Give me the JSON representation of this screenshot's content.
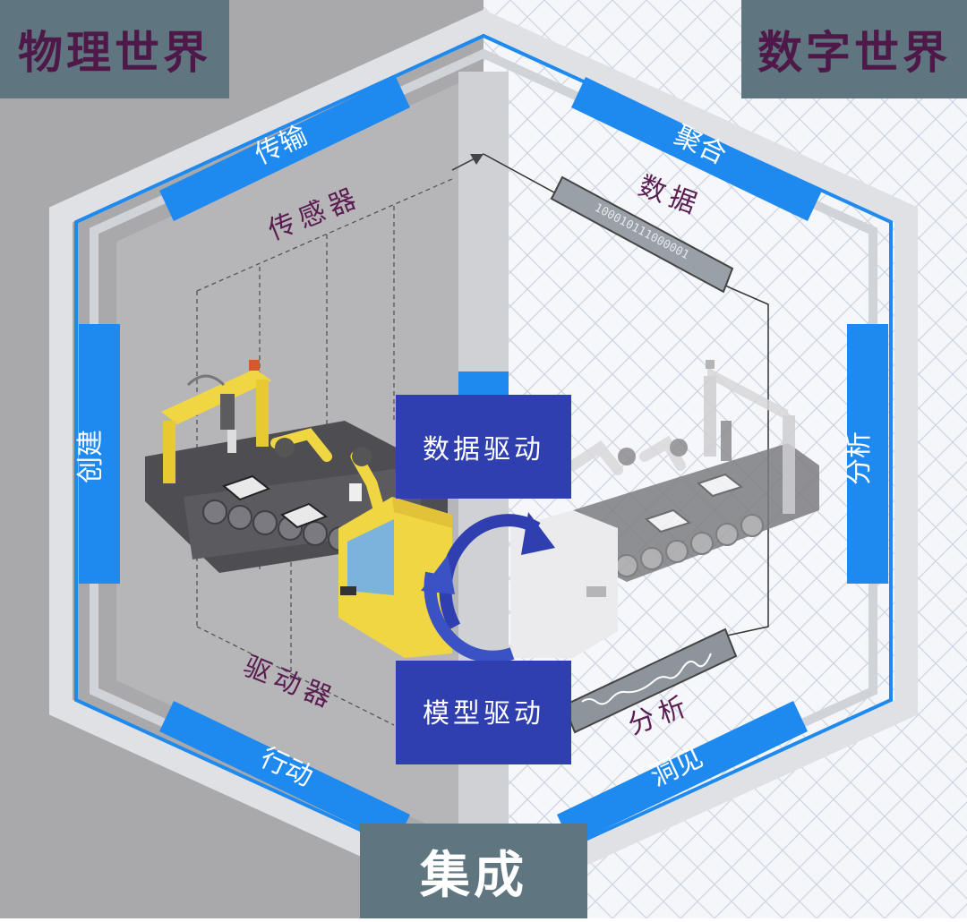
{
  "titles": {
    "physical": "物理世界",
    "digital": "数字世界",
    "integration": "集成"
  },
  "edges": {
    "transport": "传输",
    "aggregate": "聚合",
    "create": "创建",
    "analyze": "分析",
    "action": "行动",
    "insight": "洞见"
  },
  "inner_labels": {
    "sensor": "传感器",
    "actuator": "驱动器",
    "data": "数据",
    "analysis": "分析"
  },
  "center_boxes": {
    "data_driven": "数据驱动",
    "model_driven": "模型驱动"
  },
  "binary_readout": "100010111000001",
  "colors": {
    "physical_bg": "#a9a9ab",
    "digital_bg": "#f4f6f9",
    "edge_blue": "#1e8af0",
    "center_navy": "#2f3fb0",
    "title_slate": "#5f7680",
    "title_text": "#4e1948",
    "label_text": "#5a1d52",
    "robot_yellow": "#f1d644"
  }
}
